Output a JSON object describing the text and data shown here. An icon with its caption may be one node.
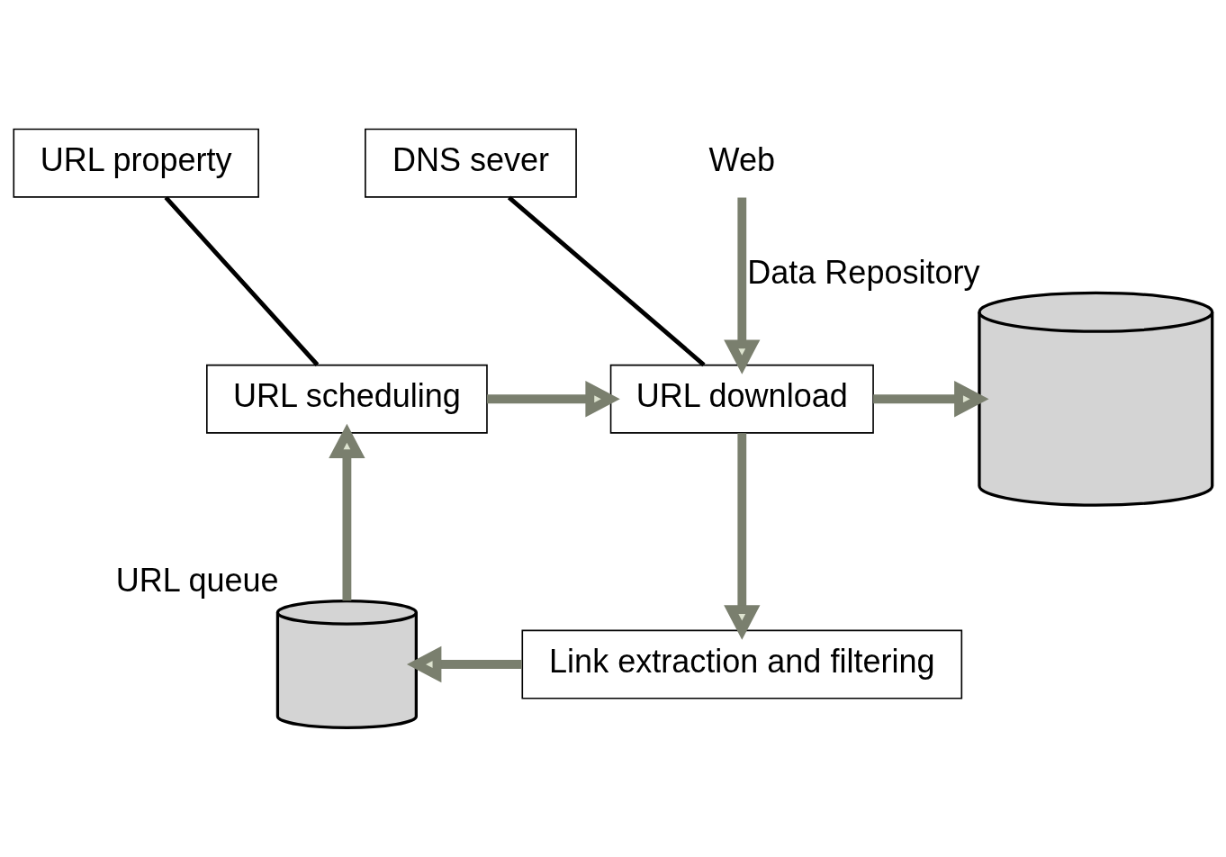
{
  "diagram": {
    "nodes": [
      {
        "text": [
          "Web"
        ]
      },
      {
        "text": [
          "URL property"
        ]
      },
      {
        "text": [
          "DNS sever"
        ]
      },
      {
        "text": [
          "URL scheduling"
        ]
      },
      {
        "text": [
          "URL download"
        ]
      },
      {
        "text": [],
        "shape": "cylinder",
        "beside": [
          "Data Repository"
        ]
      },
      {
        "text": [
          "Link extraction and filtering"
        ]
      },
      {
        "text": [],
        "shape": "cylinder",
        "beside": [
          "URL queue"
        ]
      }
    ],
    "edges": [
      {
        "from": 1,
        "to": 3,
        "arrow": "none",
        "color": "#000000"
      },
      {
        "from": 2,
        "to": 4,
        "arrow": "none",
        "color": "#000000"
      },
      {
        "from": 0,
        "to": 4,
        "arrow": "to"
      },
      {
        "from": 3,
        "to": 4,
        "arrow": "to"
      },
      {
        "from": 4,
        "to": 5,
        "arrow": "to"
      },
      {
        "from": 4,
        "to": 6,
        "arrow": "to"
      },
      {
        "from": 6,
        "to": 7,
        "arrow": "to"
      },
      {
        "from": 7,
        "to": 3,
        "arrow": "to"
      }
    ]
  }
}
